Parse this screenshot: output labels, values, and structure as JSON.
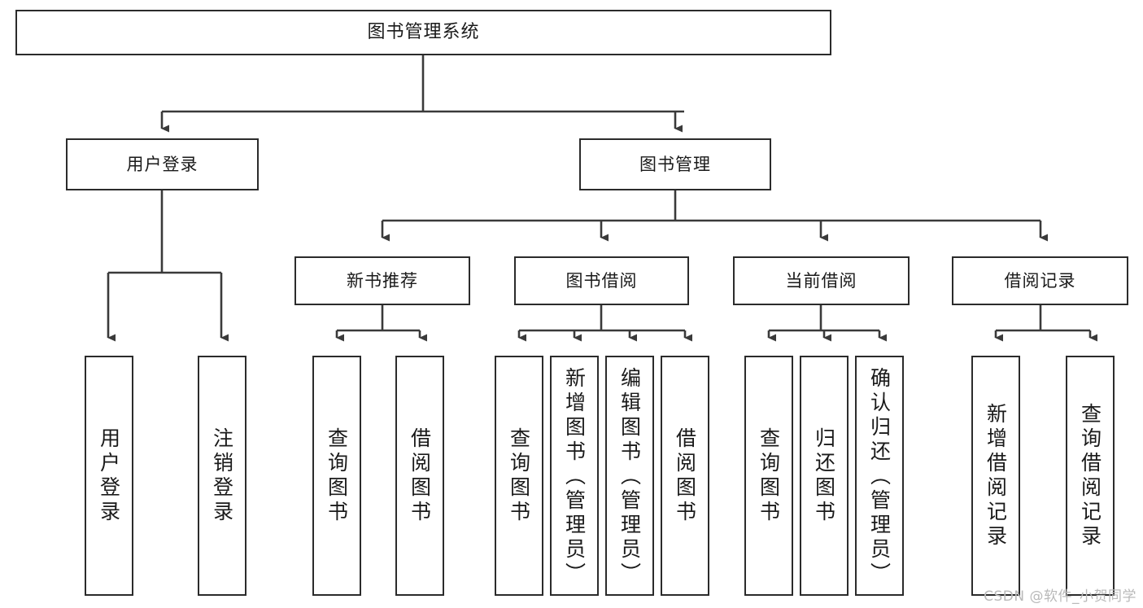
{
  "diagram": {
    "title": "图书管理系统",
    "type": "tree-hierarchy",
    "watermark": "CSDN @软件_小贺同学",
    "colors": {
      "node_border": "#2b2b2b",
      "node_fill": "#ffffff",
      "edge": "#3a3a3a",
      "text": "#1a1a1a",
      "watermark": "#b9b9b9",
      "background": "#ffffff"
    }
  },
  "nodes": {
    "root": {
      "id": "root",
      "label": "图书管理系统",
      "level": 1,
      "orientation": "horizontal"
    },
    "level2": [
      {
        "id": "user-login",
        "label": "用户登录",
        "level": 2,
        "orientation": "horizontal"
      },
      {
        "id": "book-manage",
        "label": "图书管理",
        "level": 2,
        "orientation": "horizontal"
      }
    ],
    "level3": [
      {
        "id": "new-book-recommend",
        "label": "新书推荐",
        "level": 3,
        "orientation": "horizontal",
        "parent": "book-manage"
      },
      {
        "id": "book-borrow",
        "label": "图书借阅",
        "level": 3,
        "orientation": "horizontal",
        "parent": "book-manage"
      },
      {
        "id": "current-borrow",
        "label": "当前借阅",
        "level": 3,
        "orientation": "horizontal",
        "parent": "book-manage"
      },
      {
        "id": "borrow-record",
        "label": "借阅记录",
        "level": 3,
        "orientation": "horizontal",
        "parent": "book-manage"
      }
    ],
    "leaves": [
      {
        "id": "leaf-user-login",
        "label": "用户登录",
        "orientation": "vertical",
        "parent": "user-login"
      },
      {
        "id": "leaf-logout",
        "label": "注销登录",
        "orientation": "vertical",
        "parent": "user-login"
      },
      {
        "id": "leaf-query-book-1",
        "label": "查询图书",
        "orientation": "vertical",
        "parent": "new-book-recommend"
      },
      {
        "id": "leaf-borrow-book-1",
        "label": "借阅图书",
        "orientation": "vertical",
        "parent": "new-book-recommend"
      },
      {
        "id": "leaf-query-book-2",
        "label": "查询图书",
        "orientation": "vertical",
        "parent": "book-borrow"
      },
      {
        "id": "leaf-add-book",
        "label": "新增图书（管理员）",
        "orientation": "vertical",
        "parent": "book-borrow"
      },
      {
        "id": "leaf-edit-book",
        "label": "编辑图书（管理员）",
        "orientation": "vertical",
        "parent": "book-borrow"
      },
      {
        "id": "leaf-borrow-book-2",
        "label": "借阅图书",
        "orientation": "vertical",
        "parent": "book-borrow"
      },
      {
        "id": "leaf-query-book-3",
        "label": "查询图书",
        "orientation": "vertical",
        "parent": "current-borrow"
      },
      {
        "id": "leaf-return-book",
        "label": "归还图书",
        "orientation": "vertical",
        "parent": "current-borrow"
      },
      {
        "id": "leaf-confirm-return",
        "label": "确认归还（管理员）",
        "orientation": "vertical",
        "parent": "current-borrow"
      },
      {
        "id": "leaf-add-record",
        "label": "新增借阅记录",
        "orientation": "vertical",
        "parent": "borrow-record"
      },
      {
        "id": "leaf-query-record",
        "label": "查询借阅记录",
        "orientation": "vertical",
        "parent": "borrow-record"
      }
    ]
  }
}
